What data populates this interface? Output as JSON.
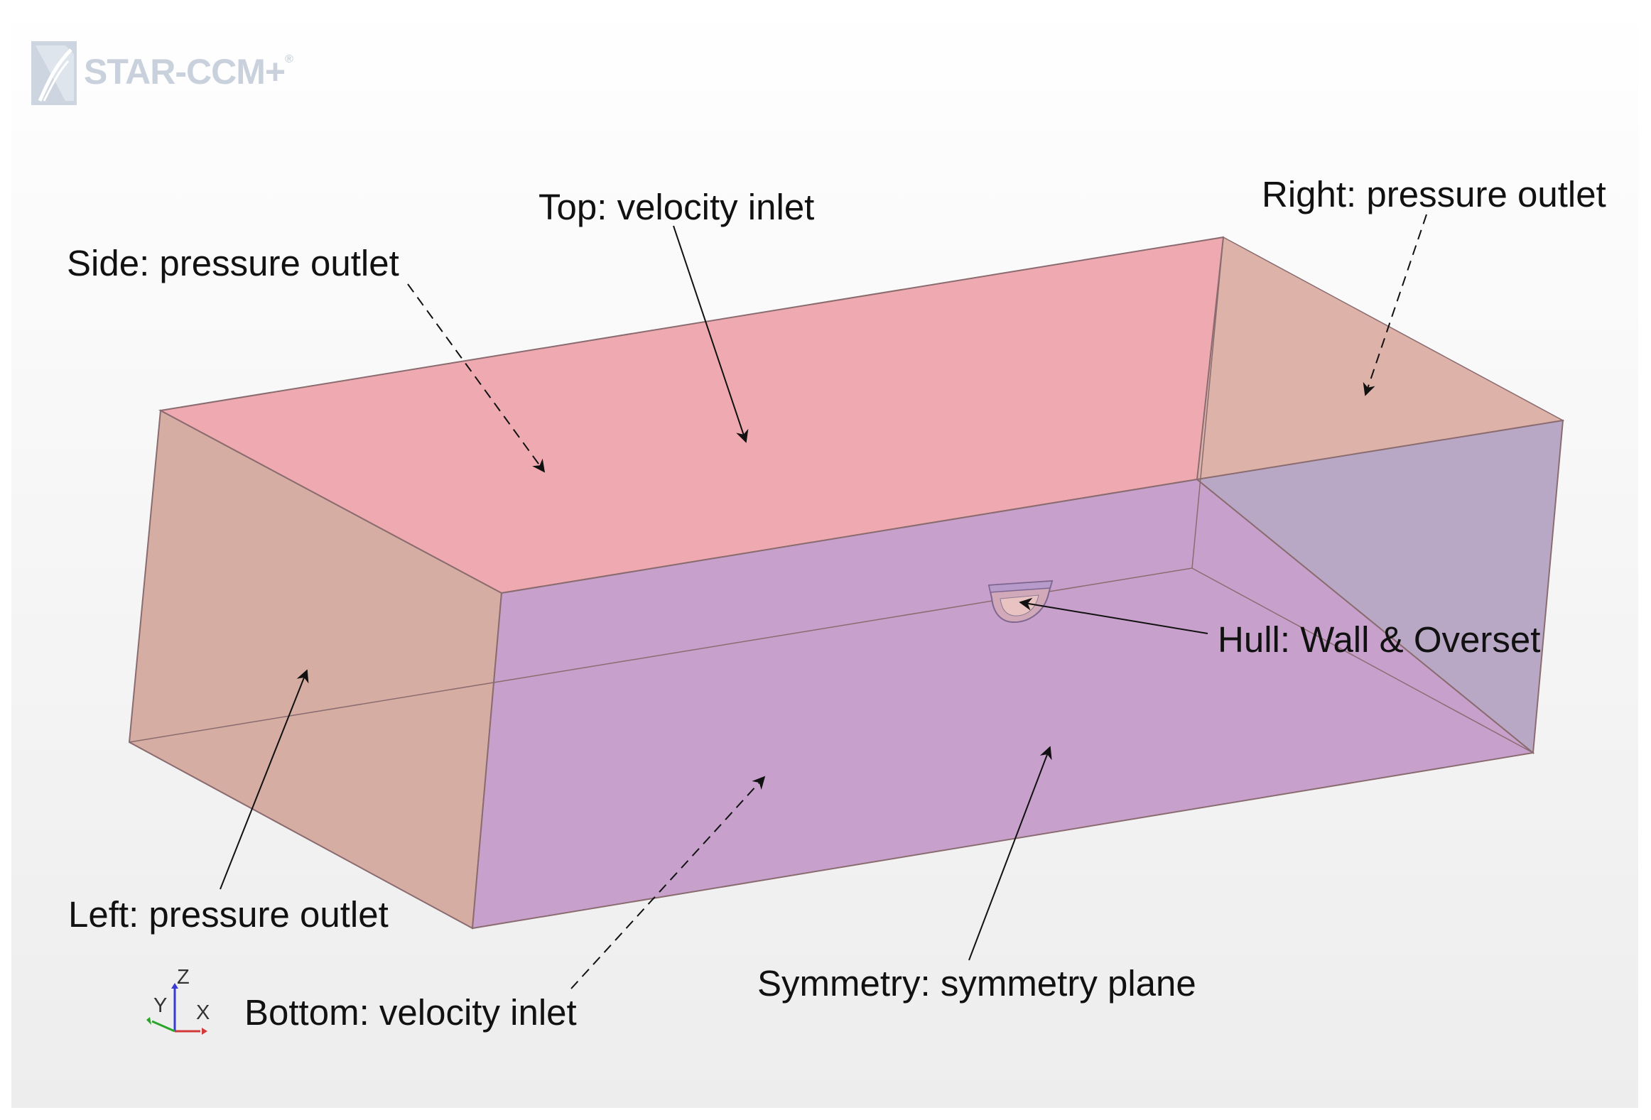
{
  "logo": {
    "text": "STAR-CCM+",
    "mark": "®"
  },
  "callouts": {
    "top": "Top: velocity inlet",
    "side": "Side: pressure outlet",
    "right": "Right: pressure outlet",
    "hull": "Hull: Wall & Overset",
    "left": "Left: pressure outlet",
    "symmetry": "Symmetry: symmetry plane",
    "bottom": "Bottom: velocity inlet"
  },
  "axes": {
    "z": "Z",
    "y": "Y",
    "x": "X"
  },
  "colors": {
    "top_face": "#eeaab0",
    "side_face": "#d6ada2",
    "front_face": "#c7a1cc",
    "right_face": "#b9a8c5",
    "right_top": "#ddb2a8",
    "edge": "#8a6c70",
    "arrow": "#111111",
    "axis_x": "#d23a3a",
    "axis_y": "#2aa52a",
    "axis_z": "#3a3ad2"
  }
}
